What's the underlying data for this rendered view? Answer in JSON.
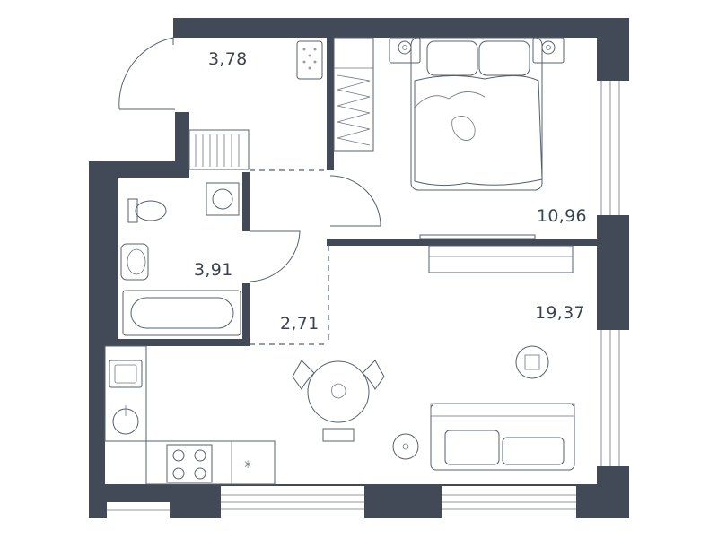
{
  "rooms": {
    "hall": {
      "area": "3,78"
    },
    "bedroom": {
      "area": "10,96"
    },
    "bathroom": {
      "area": "3,91"
    },
    "corridor": {
      "area": "2,71"
    },
    "living_kitchen": {
      "area": "19,37"
    }
  },
  "colors": {
    "wall": "#434a57",
    "line": "#56606e",
    "background": "#ffffff"
  }
}
